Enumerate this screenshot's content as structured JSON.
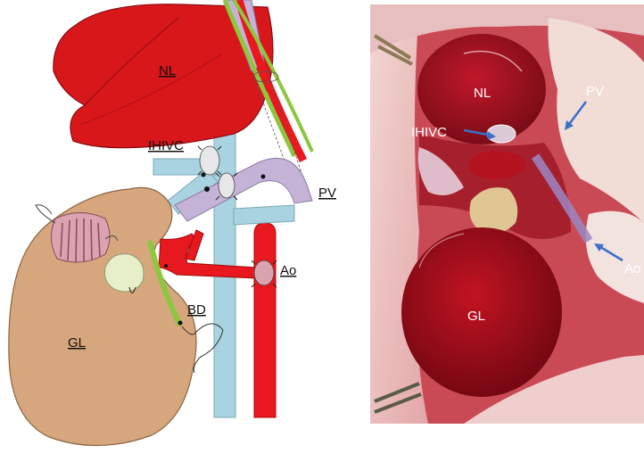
{
  "diagram": {
    "labels": {
      "nl": "NL",
      "ihivc": "IHIVC",
      "pv": "PV",
      "ao": "Ao",
      "bd": "BD",
      "gl": "GL"
    }
  },
  "photo": {
    "labels": {
      "nl": "NL",
      "ihivc": "IHIVC",
      "pv": "PV",
      "ao": "Ao",
      "gl": "GL"
    }
  },
  "colors": {
    "liver_red": "#d8171b",
    "liver_dark": "#b3121a",
    "vein_blue": "#a9d3e0",
    "portal_lavender": "#c4b3d6",
    "graft_tan": "#d6a67c",
    "bile_green": "#8dc63f",
    "cuff_pink": "#d9a3b0",
    "aorta_red": "#e8191e"
  }
}
